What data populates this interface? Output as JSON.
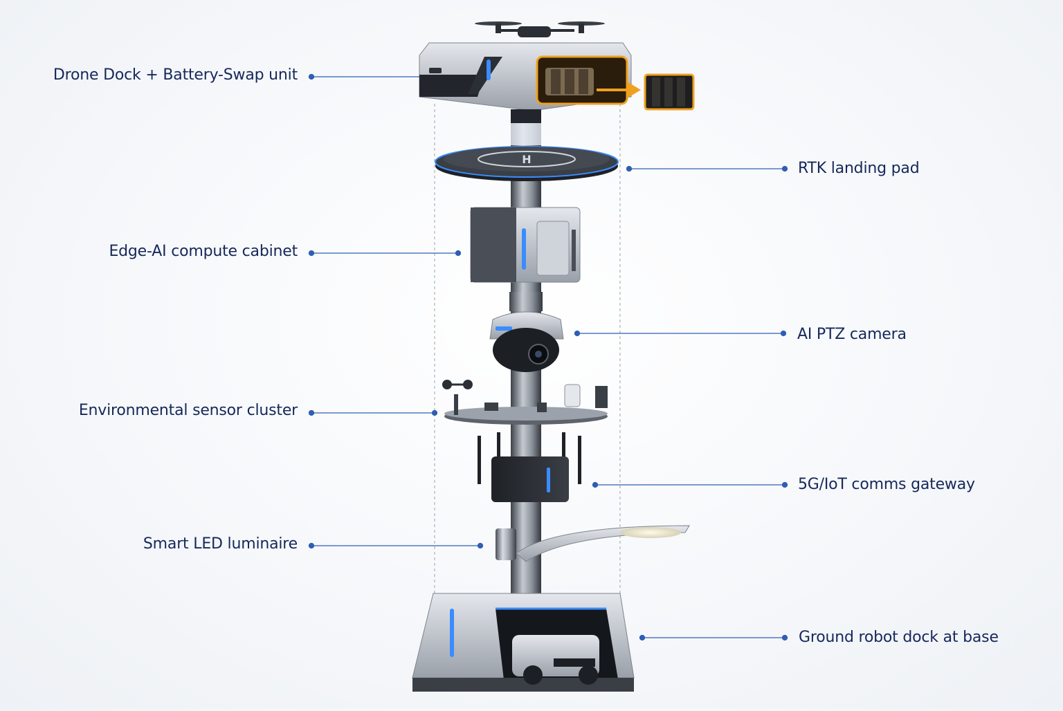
{
  "colors": {
    "label_text": "#16285a",
    "leader_line": "#2f5fb3",
    "accent_glow": "#3a8cff",
    "battery_highlight": "#f0a020",
    "metal_light": "#c9ced6",
    "metal_dark": "#2a2e35"
  },
  "labels": {
    "drone_dock": "Drone Dock + Battery-Swap unit",
    "rtk_pad": "RTK landing pad",
    "edge_ai": "Edge-AI compute cabinet",
    "ptz_camera": "AI PTZ camera",
    "env_sensors": "Environmental sensor cluster",
    "comms_gateway": "5G/IoT comms gateway",
    "led_luminaire": "Smart LED luminaire",
    "robot_dock": "Ground robot dock at base"
  },
  "pad_marking": "H"
}
